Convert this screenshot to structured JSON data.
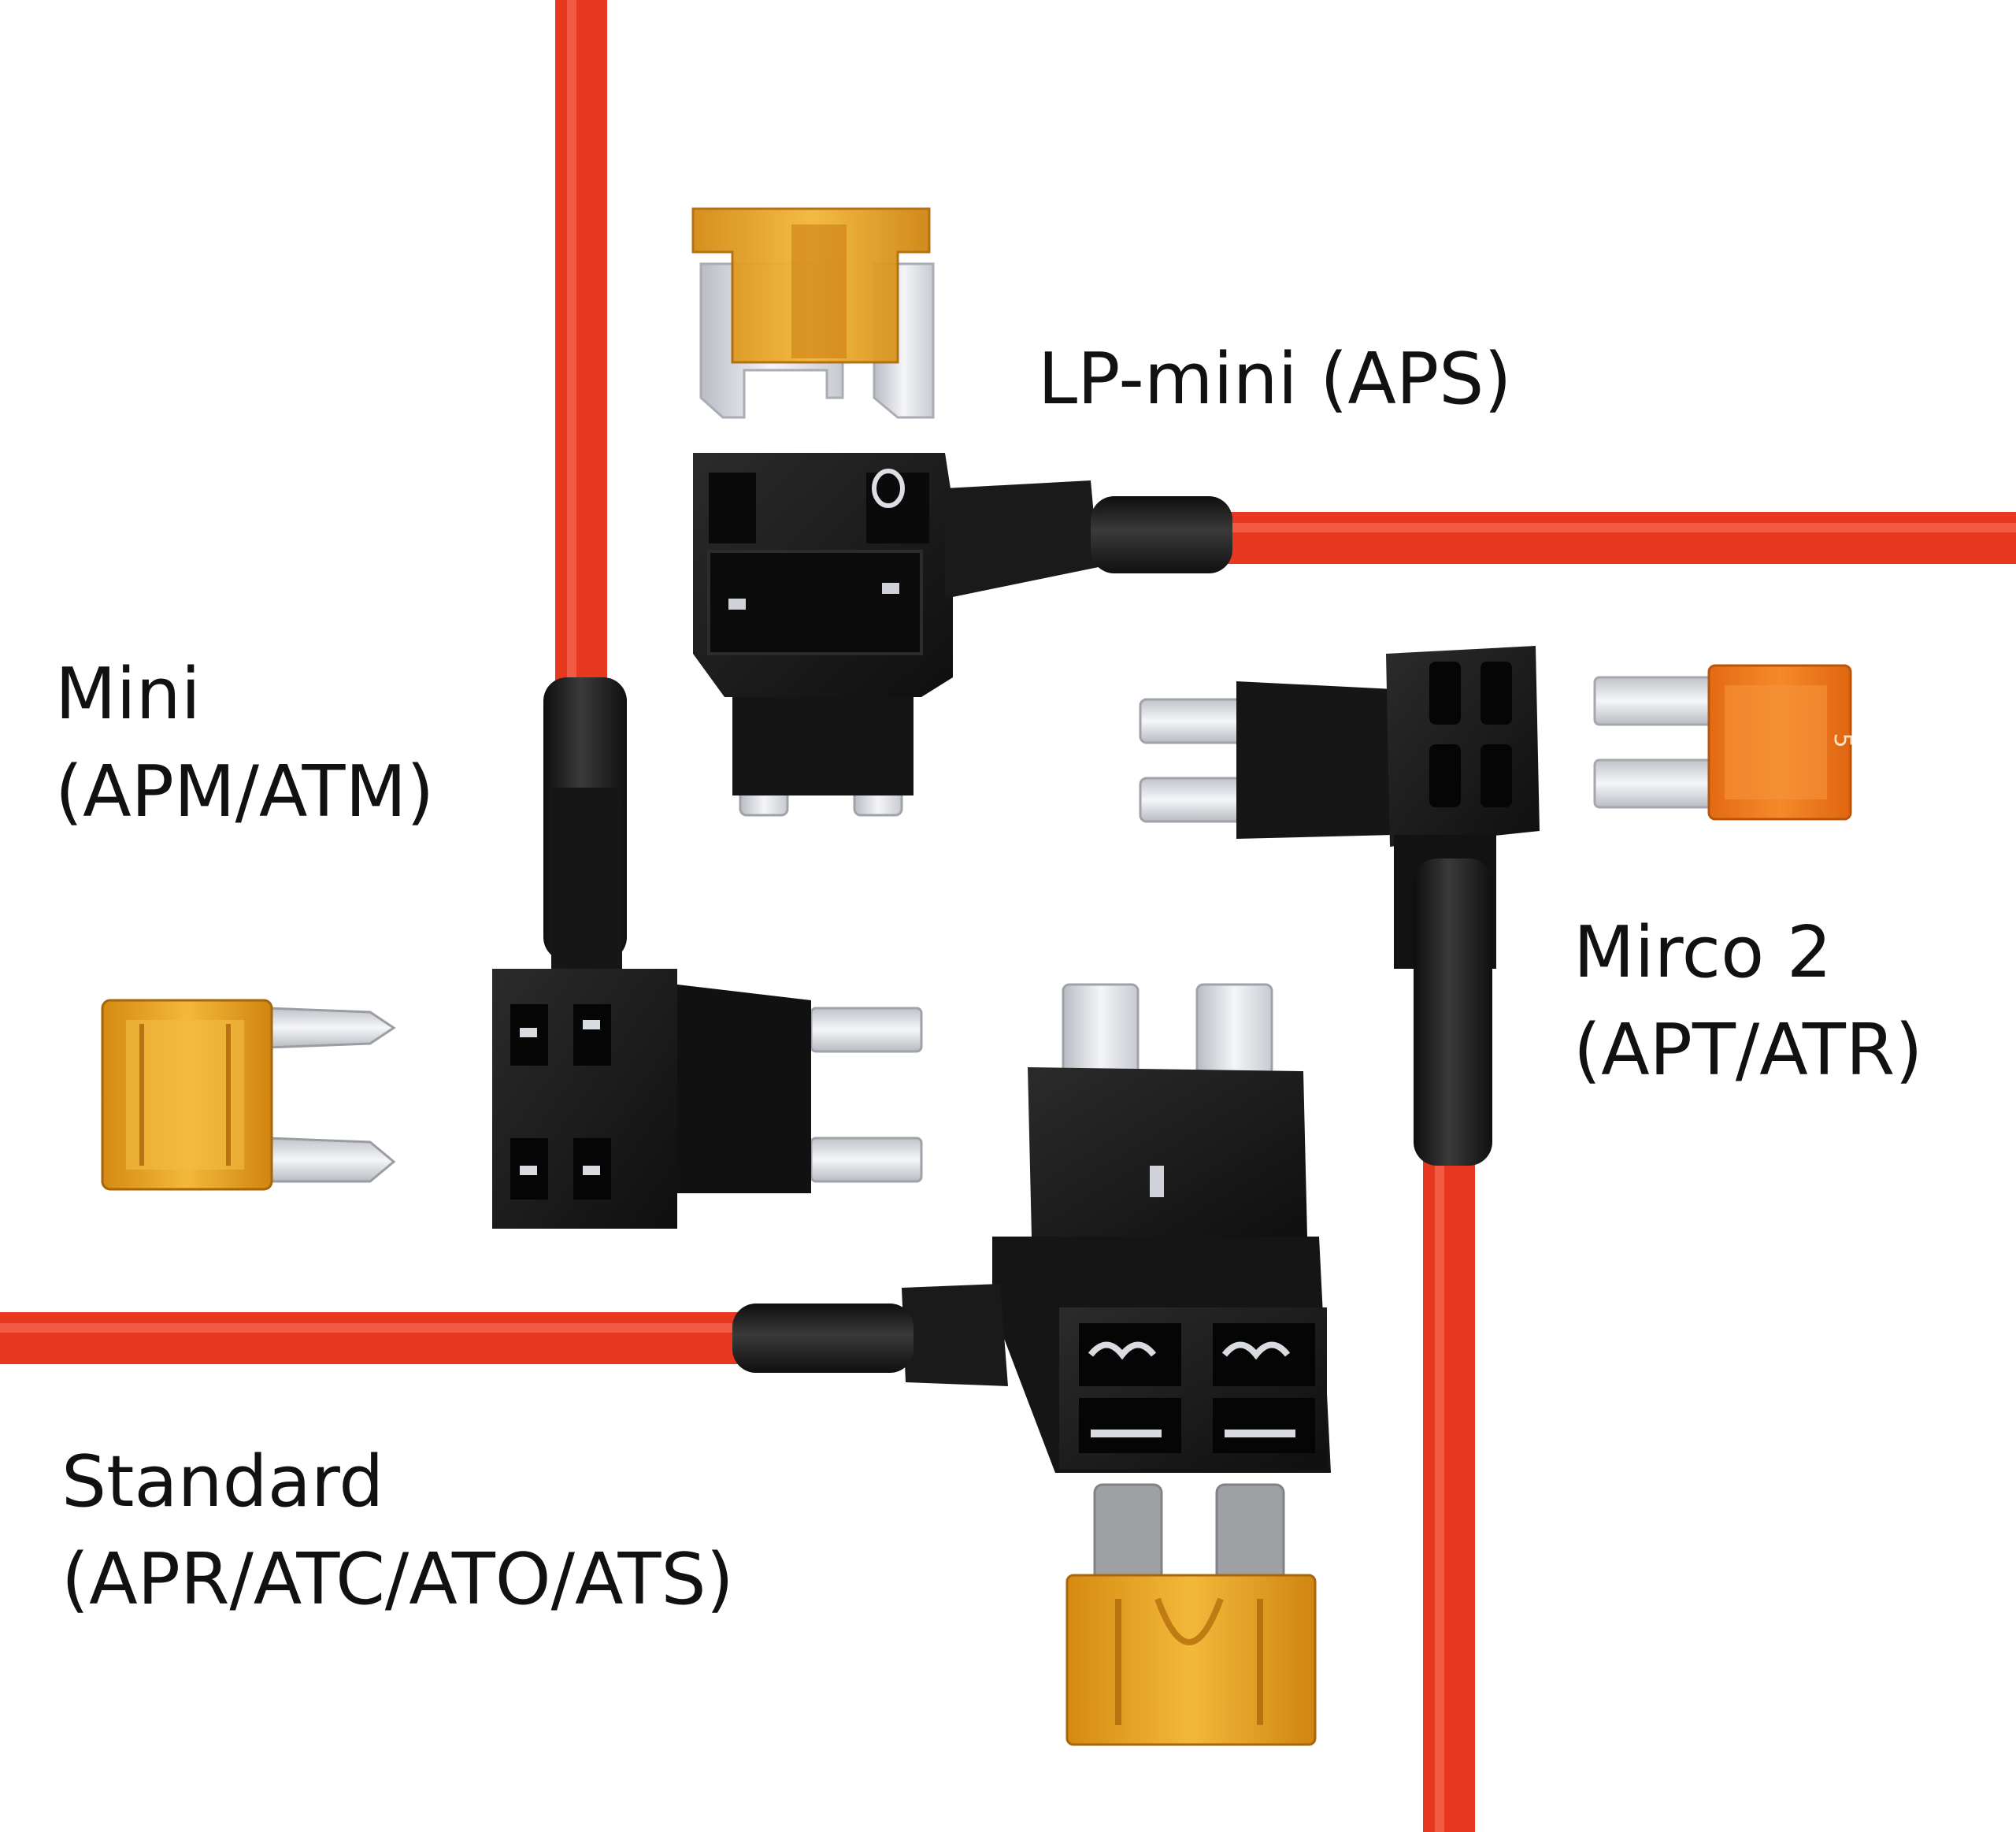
{
  "labels": {
    "lp_mini": {
      "line1": "LP-mini (APS)"
    },
    "mini": {
      "line1": "Mini",
      "line2": "(APM/ATM)"
    },
    "micro2": {
      "line1": "Mirco 2",
      "line2": "(APT/ATR)"
    },
    "standard": {
      "line1": "Standard",
      "line2": "(APR/ATC/ATO/ATS)"
    }
  },
  "fuse_markings": {
    "micro2_rating": "5"
  },
  "colors": {
    "wire_red": "#e8381f",
    "holder_black": "#1a1a1a",
    "fuse_amber": "#e6a020",
    "fuse_orange": "#f07820",
    "blade_silver": "#d8d8dc"
  }
}
